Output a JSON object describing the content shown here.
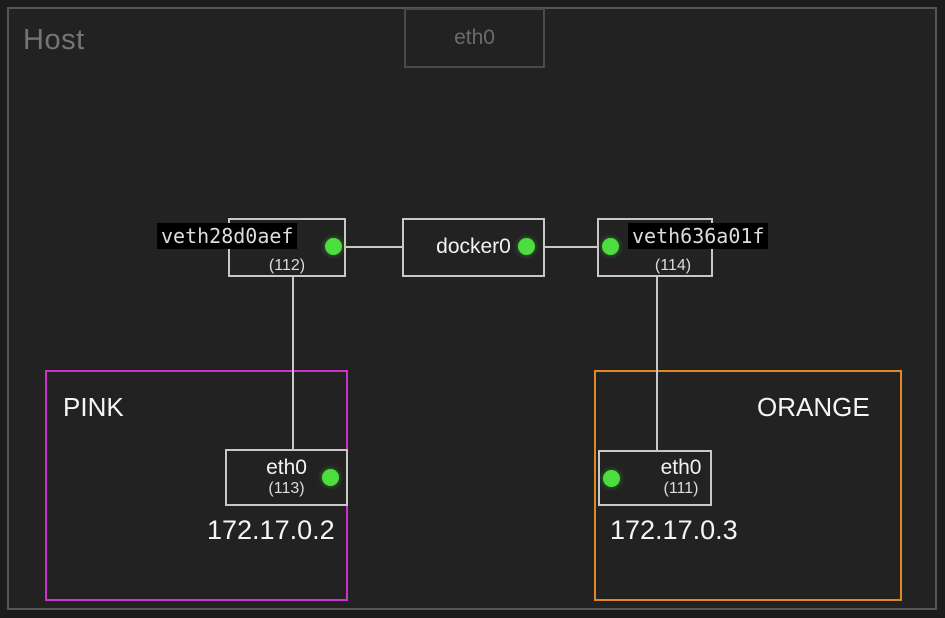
{
  "host": {
    "title": "Host",
    "uplink": {
      "name": "eth0",
      "state": "inactive"
    }
  },
  "host_interfaces": [
    {
      "name": "veth28d0aef",
      "index": "(112)",
      "status": "up"
    },
    {
      "name": "docker0",
      "index": "",
      "status": "up"
    },
    {
      "name": "veth636a01f",
      "index": "(114)",
      "status": "up"
    }
  ],
  "namespaces": [
    {
      "title": "PINK",
      "color": "#cc33cc",
      "ip": "172.17.0.2",
      "interface": {
        "name": "eth0",
        "index": "(113)",
        "status": "up"
      }
    },
    {
      "title": "ORANGE",
      "color": "#e08828",
      "ip": "172.17.0.3",
      "interface": {
        "name": "eth0",
        "index": "(111)",
        "status": "up"
      }
    }
  ],
  "colors": {
    "background": "#1c1c1c",
    "host_border": "#565656",
    "node_border": "#c8c8c8",
    "link": "#c8c8c8",
    "status_up": "#4cdd3e",
    "text": "#f2f2f2",
    "dim_text": "#757575"
  }
}
